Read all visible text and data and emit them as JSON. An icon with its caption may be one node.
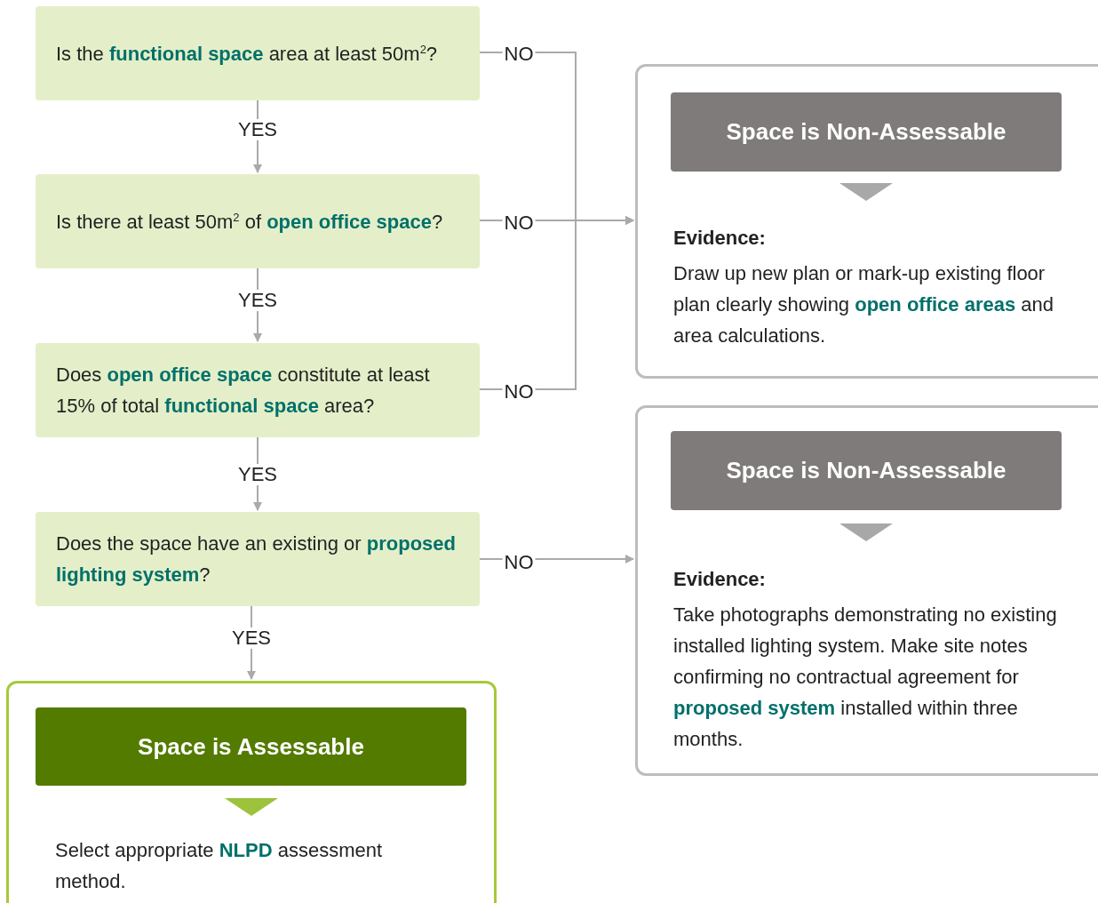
{
  "diagram": {
    "nodes": [
      {
        "text": [
          "Is the **functional space** area at least 50m$^{2}$?"
        ]
      },
      {
        "text": [
          "Is there at least 50m$^{2}$ of **open office space**?"
        ]
      },
      {
        "text": [
          "Does **open office space** constitute at least 15% of total **functional space** area?"
        ]
      },
      {
        "text": [
          "Does the space have an existing or **proposed lighting system**?"
        ]
      },
      {
        "text": [
          "Select appropriate **NLPD** assessment method."
        ]
      },
      {
        "text": [
          "Space is Assessable"
        ],
        "in": 4
      },
      {
        "text": [
          "Evidence:",
          "Draw up new plan or mark-up existing floor plan clearly showing **open office areas** and area calculations."
        ]
      },
      {
        "text": [
          "Space is Non-Assessable"
        ],
        "in": 6
      },
      {
        "text": [
          "Evidence:",
          "Take photographs demonstrating no existing installed lighting system. Make site notes confirming no contractual agreement for **proposed system** installed within three months."
        ]
      },
      {
        "text": [
          "Space is Non-Assessable"
        ],
        "in": 8
      }
    ],
    "edges": [
      {
        "from": 0,
        "to": 1,
        "arrow": "to",
        "label": "YES"
      },
      {
        "from": 1,
        "to": 2,
        "arrow": "to",
        "label": "YES"
      },
      {
        "from": 2,
        "to": 3,
        "arrow": "to",
        "label": "YES"
      },
      {
        "from": 3,
        "to": 4,
        "arrow": "to",
        "label": "YES"
      },
      {
        "from": 0,
        "to": 6,
        "arrow": "to",
        "label": "NO"
      },
      {
        "from": 1,
        "to": 6,
        "arrow": "to",
        "label": "NO"
      },
      {
        "from": 2,
        "to": 6,
        "arrow": "to",
        "label": "NO"
      },
      {
        "from": 3,
        "to": 8,
        "arrow": "to",
        "label": "NO"
      }
    ]
  }
}
